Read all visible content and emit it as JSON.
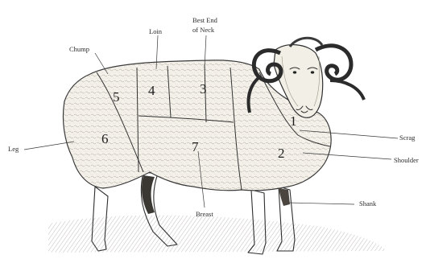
{
  "labels": {
    "loin": "Loin",
    "best_end_line1": "Best End",
    "best_end_line2": "of Neck",
    "chump": "Chump",
    "leg": "Leg",
    "scrag": "Scrag",
    "shoulder": "Shoulder",
    "shank": "Shank",
    "breast": "Breast"
  },
  "numbers": {
    "n1": "1",
    "n2": "2",
    "n3": "3",
    "n4": "4",
    "n5": "5",
    "n6": "6",
    "n7": "7"
  }
}
